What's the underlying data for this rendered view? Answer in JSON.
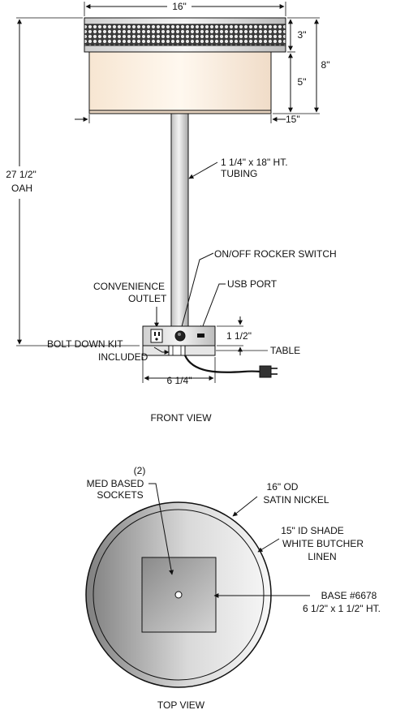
{
  "front_view": {
    "title": "FRONT VIEW",
    "dims": {
      "width": "16\"",
      "band": "3\"",
      "shade": "5\"",
      "total_shade": "8\"",
      "bottom_od": "15\"",
      "oah_line1": "27 1/2\"",
      "oah_line2": "OAH",
      "base_height": "1 1/2\"",
      "base_width": "6 1/4\""
    },
    "labels": {
      "tubing_line1": "1 1/4\" x 18\" HT.",
      "tubing_line2": "TUBING",
      "switch": "ON/OFF ROCKER SWITCH",
      "usb": "USB PORT",
      "outlet_line1": "CONVENIENCE",
      "outlet_line2": "OUTLET",
      "bolt_line1": "BOLT DOWN KIT",
      "bolt_line2": "INCLUDED",
      "table": "TABLE"
    }
  },
  "top_view": {
    "title": "TOP VIEW",
    "labels": {
      "sockets_line1": "(2)",
      "sockets_line2": "MED BASED",
      "sockets_line3": "SOCKETS",
      "od_line1": "16\" OD",
      "od_line2": "SATIN NICKEL",
      "shade_line1": "15\" ID SHADE",
      "shade_line2": "WHITE BUTCHER",
      "shade_line3": "LINEN",
      "base_line1": "BASE #6678",
      "base_line2": "6 1/2\" x 1 1/2\" HT."
    }
  },
  "colors": {
    "line": "#111111",
    "shade": "#fbeedd",
    "metal_light": "#f2f2f2",
    "metal_dark": "#9a9a9a"
  }
}
